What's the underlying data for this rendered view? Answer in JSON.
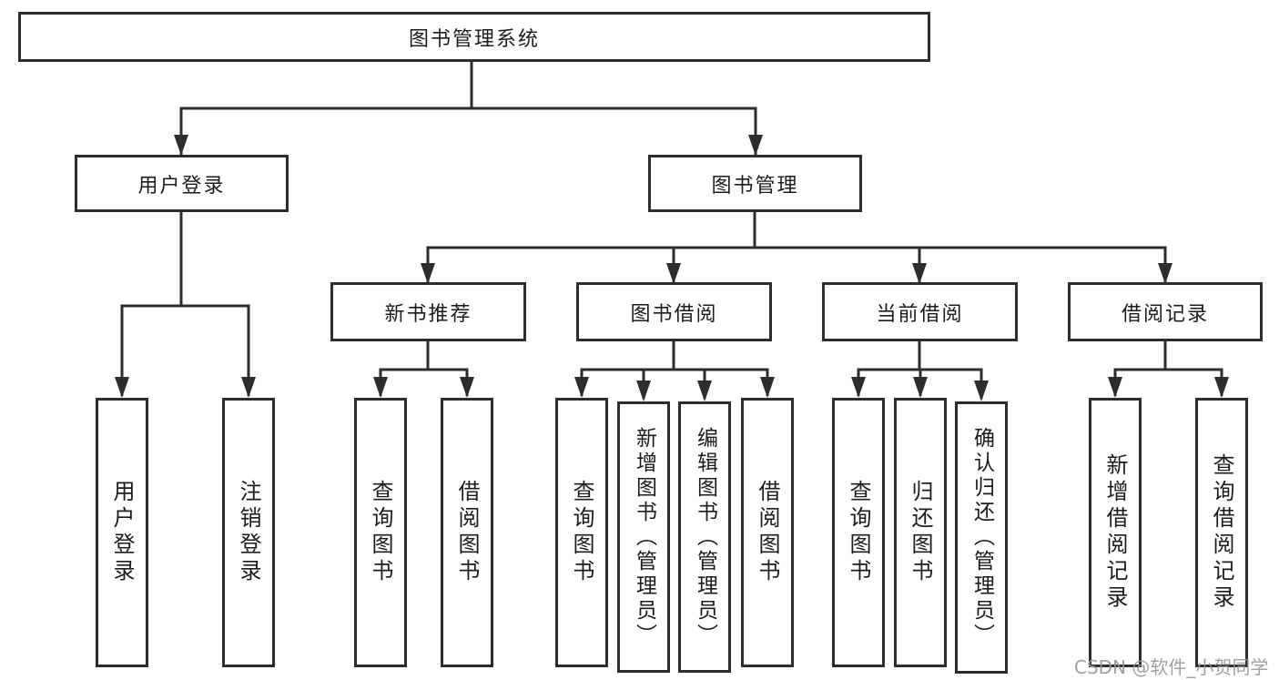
{
  "colors": {
    "line": "#2d2d2d",
    "box_border": "#2d2d2d",
    "text": "#1c1c1c",
    "background": "#ffffff",
    "watermark": "#969696"
  },
  "diagram": {
    "root": {
      "label": "图书管理系统"
    },
    "level2": [
      {
        "key": "user-login",
        "label": "用户登录",
        "parent": "图书管理系统"
      },
      {
        "key": "book-management",
        "label": "图书管理",
        "parent": "图书管理系统"
      }
    ],
    "level3": [
      {
        "key": "new-book-recommend",
        "label": "新书推荐",
        "parent": "图书管理"
      },
      {
        "key": "book-borrow",
        "label": "图书借阅",
        "parent": "图书管理"
      },
      {
        "key": "current-borrow",
        "label": "当前借阅",
        "parent": "图书管理"
      },
      {
        "key": "borrow-records",
        "label": "借阅记录",
        "parent": "图书管理"
      }
    ],
    "leaves": [
      {
        "key": "leaf-user-login",
        "label": "用户登录",
        "parent": "用户登录"
      },
      {
        "key": "leaf-logout",
        "label": "注销登录",
        "parent": "用户登录"
      },
      {
        "key": "leaf-query-books-recommend",
        "label": "查询图书",
        "parent": "新书推荐"
      },
      {
        "key": "leaf-borrow-books-recommend",
        "label": "借阅图书",
        "parent": "新书推荐"
      },
      {
        "key": "leaf-query-books-borrow",
        "label": "查询图书",
        "parent": "图书借阅"
      },
      {
        "key": "leaf-add-books-admin",
        "label": "新增图书（管理员）",
        "parent": "图书借阅"
      },
      {
        "key": "leaf-edit-books-admin",
        "label": "编辑图书（管理员）",
        "parent": "图书借阅"
      },
      {
        "key": "leaf-borrow-books",
        "label": "借阅图书",
        "parent": "图书借阅"
      },
      {
        "key": "leaf-query-books-current",
        "label": "查询图书",
        "parent": "当前借阅"
      },
      {
        "key": "leaf-return-books",
        "label": "归还图书",
        "parent": "当前借阅"
      },
      {
        "key": "leaf-confirm-return-admin",
        "label": "确认归还（管理员）",
        "parent": "当前借阅"
      },
      {
        "key": "leaf-add-borrow-record",
        "label": "新增借阅记录",
        "parent": "借阅记录"
      },
      {
        "key": "leaf-query-borrow-record",
        "label": "查询借阅记录",
        "parent": "借阅记录"
      }
    ]
  },
  "watermark": {
    "text": "CSDN @软件_小贺同学"
  }
}
